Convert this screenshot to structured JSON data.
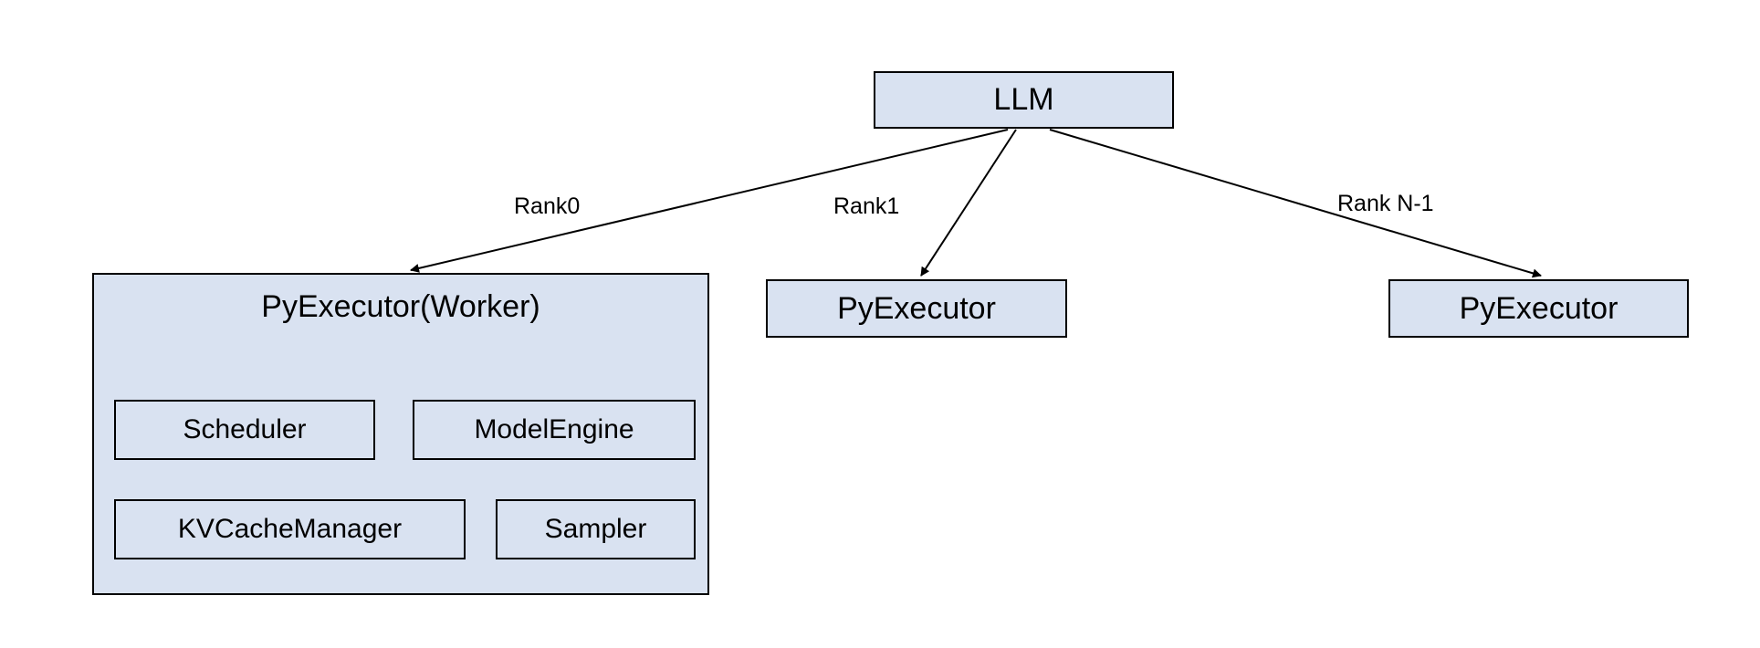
{
  "diagram": {
    "nodes": {
      "llm": {
        "label": "LLM"
      },
      "worker": {
        "label": "PyExecutor(Worker)"
      },
      "scheduler": {
        "label": "Scheduler"
      },
      "model_engine": {
        "label": "ModelEngine"
      },
      "kv_cache_manager": {
        "label": "KVCacheManager"
      },
      "sampler": {
        "label": "Sampler"
      },
      "executor_rank1": {
        "label": "PyExecutor"
      },
      "executor_rank_n": {
        "label": "PyExecutor"
      }
    },
    "edges": [
      {
        "label": "Rank0",
        "from": "llm",
        "to": "worker"
      },
      {
        "label": "Rank1",
        "from": "llm",
        "to": "executor_rank1"
      },
      {
        "label": "Rank N-1",
        "from": "llm",
        "to": "executor_rank_n"
      }
    ],
    "colors": {
      "node_fill": "#d9e2f1",
      "node_border": "#000000",
      "arrow": "#000000",
      "background": "#ffffff",
      "text": "#000000"
    }
  }
}
